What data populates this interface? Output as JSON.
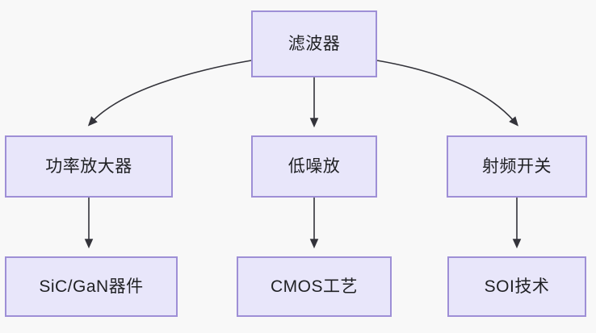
{
  "diagram": {
    "type": "flowchart",
    "direction": "top-down",
    "colors": {
      "background": "#f8f8f8",
      "node_fill": "#e8e6fa",
      "node_border": "#9e8fd6",
      "edge_stroke": "#33333a",
      "text": "#1f2023"
    },
    "nodes": [
      {
        "id": "filter",
        "label": "滤波器",
        "row": 1,
        "column": "center"
      },
      {
        "id": "pa",
        "label": "功率放大器",
        "row": 2,
        "column": "left"
      },
      {
        "id": "lna",
        "label": "低噪放",
        "row": 2,
        "column": "center"
      },
      {
        "id": "rfsw",
        "label": "射频开关",
        "row": 2,
        "column": "right"
      },
      {
        "id": "sicgan",
        "label": "SiC/GaN器件",
        "row": 3,
        "column": "left"
      },
      {
        "id": "cmos",
        "label": "CMOS工艺",
        "row": 3,
        "column": "center"
      },
      {
        "id": "soi",
        "label": "SOI技术",
        "row": 3,
        "column": "right"
      }
    ],
    "edges": [
      {
        "from": "filter",
        "to": "pa",
        "style": "curved",
        "arrow": "to"
      },
      {
        "from": "filter",
        "to": "lna",
        "style": "straight",
        "arrow": "to"
      },
      {
        "from": "filter",
        "to": "rfsw",
        "style": "curved",
        "arrow": "to"
      },
      {
        "from": "pa",
        "to": "sicgan",
        "style": "straight",
        "arrow": "to"
      },
      {
        "from": "lna",
        "to": "cmos",
        "style": "straight",
        "arrow": "to"
      },
      {
        "from": "rfsw",
        "to": "soi",
        "style": "straight",
        "arrow": "to"
      }
    ]
  }
}
